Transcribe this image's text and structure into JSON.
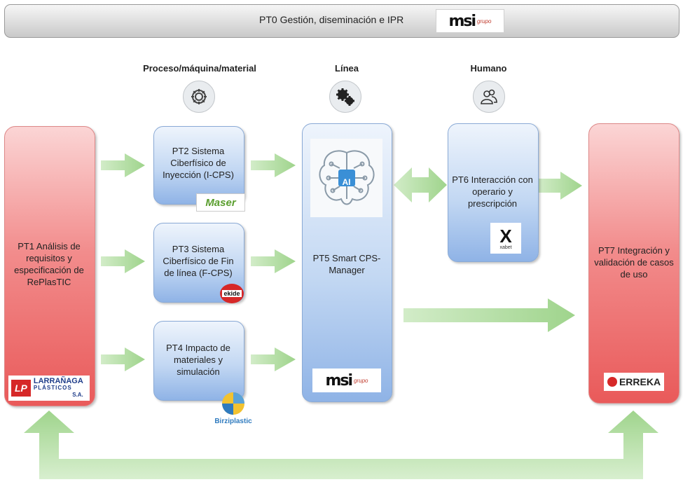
{
  "header": {
    "title": "PT0 Gestión, diseminación e IPR"
  },
  "categories": {
    "left": "Proceso/máquina/material",
    "middle": "Línea",
    "right": "Humano"
  },
  "boxes": {
    "pt1": "PT1 Análisis de requisitos y especificación de RePlasTIC",
    "pt2": "PT2 Sistema Ciberfísico de Inyección (I-CPS)",
    "pt3": "PT3  Sistema Ciberfísico de Fin de línea (F-CPS)",
    "pt4": "PT4  Impacto de materiales y simulación",
    "pt5": "PT5 Smart CPS-Manager",
    "pt6": "PT6 Interacción con operario y prescripción",
    "pt7": "PT7 Integración y validación de casos de uso"
  },
  "logos": {
    "msi_mark": "msi",
    "msi_grupo": "grupo",
    "larranaga_line1": "LARRAÑAGA",
    "larranaga_line2": "PLÁSTICOS",
    "larranaga_line3": "S.A.",
    "larranaga_mark": "LP",
    "maser": "Maser",
    "ekide": "ekide",
    "birziplastic": "Birziplastic",
    "xabet_mark": "X",
    "xabet": "xabet",
    "erreka": "ERREKA",
    "ai": "AI"
  },
  "colors": {
    "red_box": "#e95a5a",
    "blue_box": "#8fb3e6",
    "arrow_green": "#a8d89a"
  }
}
